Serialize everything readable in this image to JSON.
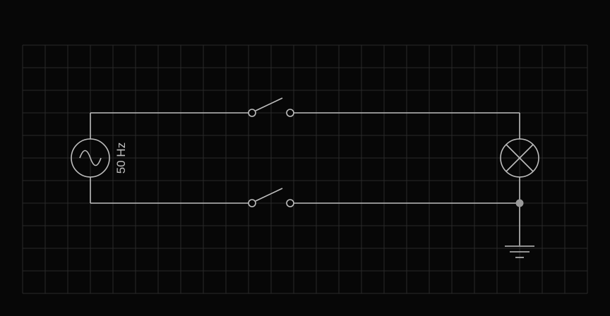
{
  "colors": {
    "background": "#070707",
    "grid": "#2a2a2a",
    "wire": "#bdbdbd"
  },
  "circuit": {
    "source": {
      "icon": "ac-source-icon",
      "frequency_label": "50 Hz"
    },
    "top_switch": {
      "icon": "switch-open-icon",
      "state": "open"
    },
    "bottom_switch": {
      "icon": "switch-open-icon",
      "state": "open"
    },
    "lamp": {
      "icon": "lamp-icon"
    },
    "junction": {
      "icon": "junction-dot-icon"
    },
    "ground": {
      "icon": "ground-icon"
    }
  }
}
